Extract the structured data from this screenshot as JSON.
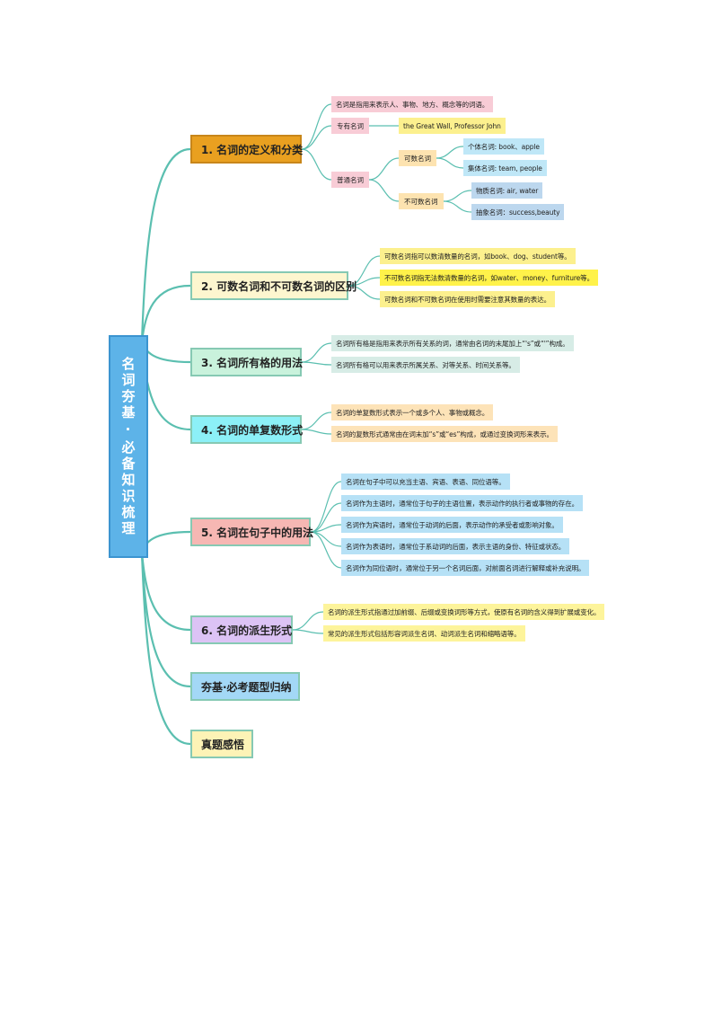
{
  "root": {
    "title": "名词夯基·必备知识梳理"
  },
  "colors": {
    "connector": "#5bbfb0",
    "root_fill": "#5db3e8"
  },
  "sections": [
    {
      "label": "1. 名词的定义和分类",
      "definition": "名词是指用来表示人、事物、地方、概念等的词语。",
      "proper": {
        "label": "专有名词",
        "example": "the Great Wall, Professor John"
      },
      "common": {
        "label": "普通名词",
        "countable": {
          "label": "可数名词",
          "individual": "个体名词: book、apple",
          "collective": "集体名词: team, people"
        },
        "uncountable": {
          "label": "不可数名词",
          "material": "物质名词: air, water",
          "abstract": "抽象名词：success,beauty"
        }
      }
    },
    {
      "label": "2. 可数名词和不可数名词的区别",
      "items": [
        "可数名词指可以数清数量的名词，如book、dog、student等。",
        "不可数名词指无法数清数量的名词，如water、money、furniture等。",
        "可数名词和不可数名词在使用时需要注意其数量的表达。"
      ]
    },
    {
      "label": "3. 名词所有格的用法",
      "items": [
        "名词所有格是指用来表示所有关系的词，通常由名词的末尾加上“'s”或“'”构成。",
        "名词所有格可以用来表示所属关系、对等关系、时间关系等。"
      ]
    },
    {
      "label": "4. 名词的单复数形式",
      "items": [
        "名词的单复数形式表示一个或多个人、事物或概念。",
        "名词的复数形式通常由在词末加“s”或“es”构成，或通过变换词形来表示。"
      ]
    },
    {
      "label": "5. 名词在句子中的用法",
      "items": [
        "名词在句子中可以充当主语、宾语、表语、同位语等。",
        "名词作为主语时，通常位于句子的主语位置，表示动作的执行者或事物的存在。",
        "名词作为宾语时，通常位于动词的后面，表示动作的承受者或影响对象。",
        "名词作为表语时，通常位于系动词的后面，表示主语的身份、特征或状态。",
        "名词作为同位语时，通常位于另一个名词后面，对前面名词进行解释或补充说明。"
      ]
    },
    {
      "label": "6. 名词的派生形式",
      "items": [
        "名词的派生形式指通过加前缀、后缀或变换词形等方式，使原有名词的含义得到扩展或变化。",
        "常见的派生形式包括形容词派生名词、动词派生名词和缩略语等。"
      ]
    },
    {
      "label": "夯基·必考题型归纳"
    },
    {
      "label": "真题感悟"
    }
  ]
}
